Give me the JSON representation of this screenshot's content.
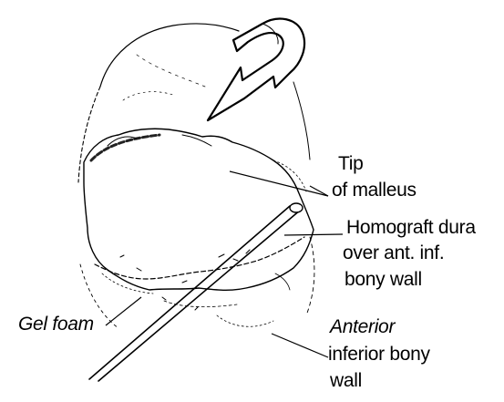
{
  "labels": {
    "tip_malleus_line1": "Tip",
    "tip_malleus_line2": "of malleus",
    "homograft_line1": "Homograft dura",
    "homograft_line2": "over ant. inf.",
    "homograft_line3": "bony wall",
    "gel_foam": "Gel foam",
    "anterior_line1": "Anterior",
    "anterior_line2": "inferior bony",
    "anterior_line3": "wall"
  },
  "colors": {
    "ink": "#000000",
    "background": "#ffffff"
  }
}
